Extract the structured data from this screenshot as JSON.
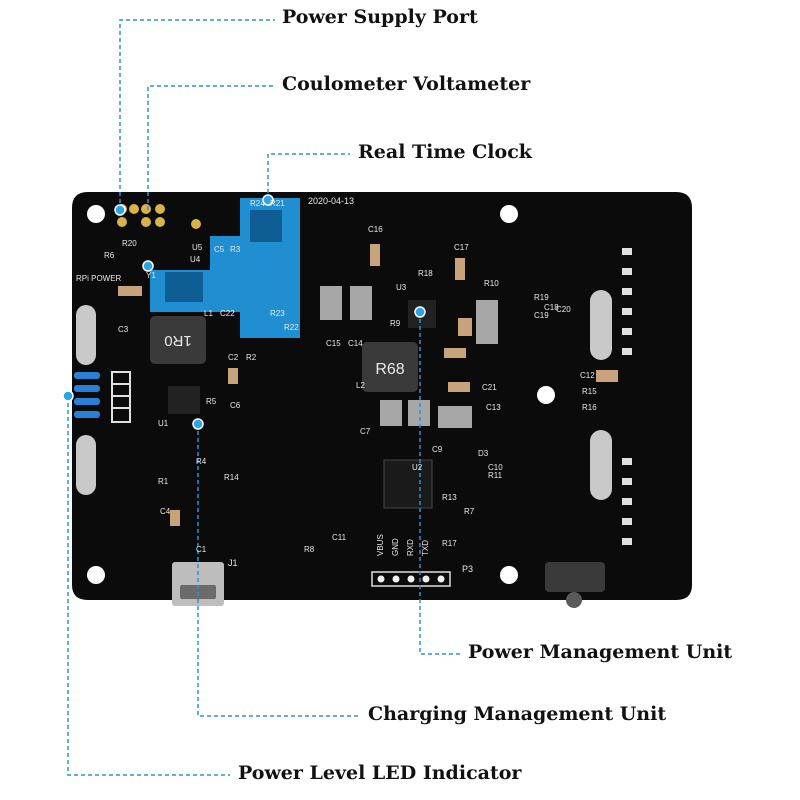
{
  "callouts": {
    "power_supply_port": "Power Supply Port",
    "coulometer_voltameter": "Coulometer Voltameter",
    "real_time_clock": "Real Time Clock",
    "power_management_unit": "Power Management Unit",
    "charging_management_unit": "Charging Management Unit",
    "power_level_led_indicator": "Power Level LED Indicator"
  },
  "board": {
    "date_code": "2020-04-13",
    "rpi_power": "RPi POWER",
    "inductor_l1": "1R0",
    "inductor_l2": "R68",
    "header_p3_pins": [
      "VBUS",
      "GND",
      "RXD",
      "TXD"
    ],
    "header_label": "P3",
    "usb_label": "J1",
    "designators": [
      "R24",
      "R21",
      "R20",
      "R6",
      "U5",
      "U4",
      "C5",
      "R3",
      "Y1",
      "L1",
      "C22",
      "R23",
      "R22",
      "C3",
      "C2",
      "R2",
      "U1",
      "R5",
      "C6",
      "R4",
      "R14",
      "R1",
      "C4",
      "C1",
      "R8",
      "C11",
      "C16",
      "C17",
      "R18",
      "U3",
      "R10",
      "R9",
      "C15",
      "C14",
      "R19",
      "C18",
      "C19",
      "C20",
      "C21",
      "C13",
      "C7",
      "U2",
      "D3",
      "C10",
      "R13",
      "R7",
      "R17",
      "C12",
      "R15",
      "R16",
      "L2",
      "R11",
      "C9"
    ]
  },
  "colors": {
    "callout_line": "#2a93d5",
    "callout_dot": "#2aa6e6",
    "pcb": "#0b0b0b",
    "rtc_highlight": "#1f8fd2"
  }
}
